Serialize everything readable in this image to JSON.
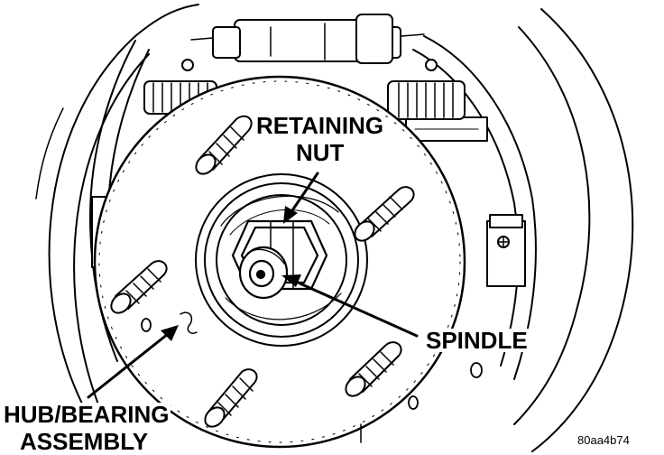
{
  "labels": {
    "retaining_nut_line1": "RETAINING",
    "retaining_nut_line2": "NUT",
    "spindle": "SPINDLE",
    "hub_bearing_line1": "HUB/BEARING",
    "hub_bearing_line2": "ASSEMBLY"
  },
  "figure_code": "80aa4b74",
  "colors": {
    "ink": "#000000",
    "paper": "#ffffff"
  }
}
